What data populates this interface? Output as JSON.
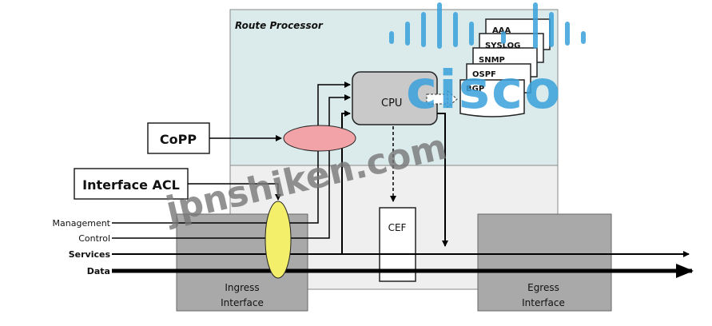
{
  "route_processor": {
    "title": "Route Processor"
  },
  "cpu": {
    "label": "CPU"
  },
  "cef": {
    "label": "CEF"
  },
  "stack": [
    "AAA",
    "SYSLOG",
    "SNMP",
    "OSPF",
    "BGP"
  ],
  "copp": {
    "label": "CoPP"
  },
  "interface_acl": {
    "label": "Interface ACL"
  },
  "traffic_planes": [
    "Management",
    "Control",
    "Services",
    "Data"
  ],
  "ingress": {
    "line1": "Ingress",
    "line2": "Interface"
  },
  "egress": {
    "line1": "Egress",
    "line2": "Interface"
  },
  "watermark": {
    "brand": "cisco",
    "site": "jpnshiken.com"
  },
  "colors": {
    "route_processor_fill": "#dbeaea",
    "lower_fill": "#efefef",
    "interface_fill": "#a9a9a9",
    "cpu_fill": "#c9c9c9",
    "copp_oval": "#f2a3a7",
    "acl_oval": "#f3ef6b",
    "watermark_blue": "#3aa2dc",
    "watermark_gray": "#777777"
  }
}
